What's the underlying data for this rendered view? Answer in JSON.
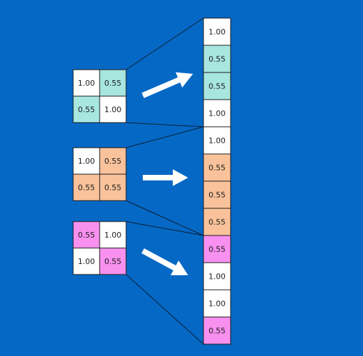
{
  "colors": {
    "background": "#0568c5",
    "white": "#ffffff",
    "cyan": "#a8e6e0",
    "orange": "#f9c29b",
    "pink": "#f790ef",
    "border": "#1a1a1a",
    "connector": "#0a1e33",
    "arrow": "#ffffff"
  },
  "matrices": [
    {
      "name": "matrix-top",
      "cells": [
        {
          "value": "1.00",
          "color": "white"
        },
        {
          "value": "0.55",
          "color": "cyan"
        },
        {
          "value": "0.55",
          "color": "cyan"
        },
        {
          "value": "1.00",
          "color": "white"
        }
      ]
    },
    {
      "name": "matrix-middle",
      "cells": [
        {
          "value": "1.00",
          "color": "white"
        },
        {
          "value": "0.55",
          "color": "orange"
        },
        {
          "value": "0.55",
          "color": "orange"
        },
        {
          "value": "0.55",
          "color": "orange"
        }
      ]
    },
    {
      "name": "matrix-bottom",
      "cells": [
        {
          "value": "0.55",
          "color": "pink"
        },
        {
          "value": "1.00",
          "color": "white"
        },
        {
          "value": "1.00",
          "color": "white"
        },
        {
          "value": "0.55",
          "color": "pink"
        }
      ]
    }
  ],
  "vector": [
    {
      "value": "1.00",
      "color": "white"
    },
    {
      "value": "0.55",
      "color": "cyan"
    },
    {
      "value": "0.55",
      "color": "cyan"
    },
    {
      "value": "1.00",
      "color": "white"
    },
    {
      "value": "1.00",
      "color": "white"
    },
    {
      "value": "0.55",
      "color": "orange"
    },
    {
      "value": "0.55",
      "color": "orange"
    },
    {
      "value": "0.55",
      "color": "orange"
    },
    {
      "value": "0.55",
      "color": "pink"
    },
    {
      "value": "1.00",
      "color": "white"
    },
    {
      "value": "1.00",
      "color": "white"
    },
    {
      "value": "0.55",
      "color": "pink"
    }
  ]
}
